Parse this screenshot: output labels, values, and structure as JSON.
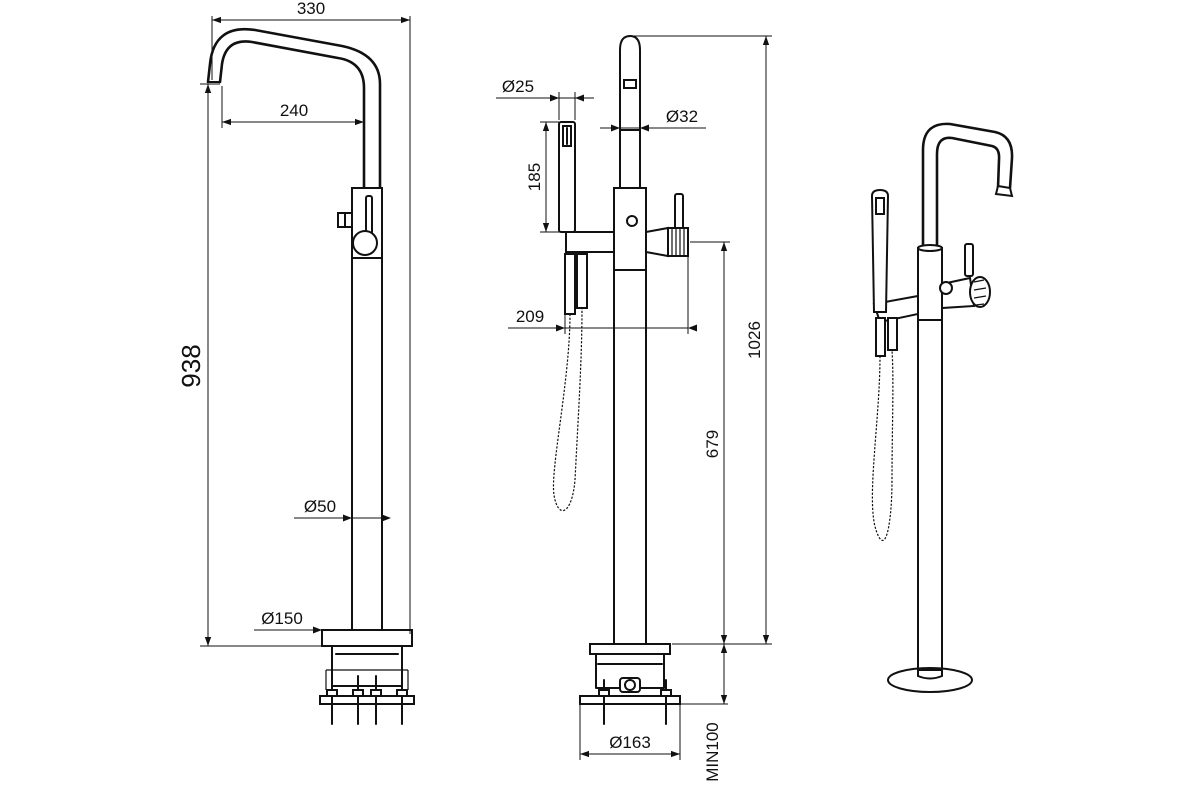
{
  "dimensions": {
    "side": {
      "overall_width": "330",
      "spout_reach": "240",
      "height": "938",
      "body_diameter": "Ø50",
      "base_diameter": "Ø150"
    },
    "front": {
      "handshower_diameter": "Ø25",
      "spout_diameter": "Ø32",
      "handshower_length": "185",
      "holder_offset": "209",
      "outlet_height": "679",
      "total_height": "1026",
      "box_diameter": "Ø163",
      "min_depth": "MIN100"
    }
  }
}
